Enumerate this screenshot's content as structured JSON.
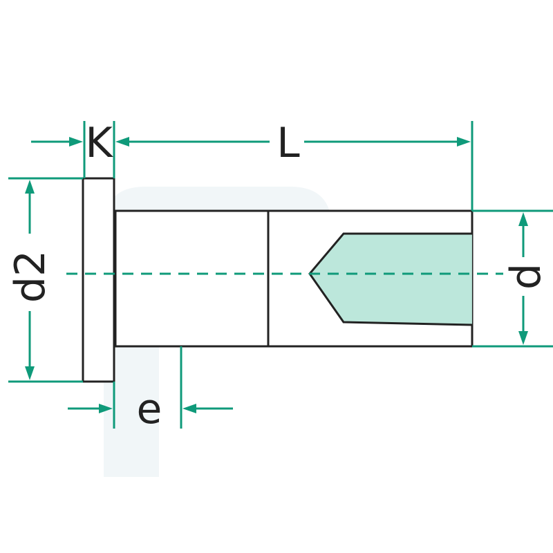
{
  "colors": {
    "accent": "#0f9a7a",
    "outline": "#222222",
    "bore_fill": "#b8e6d9",
    "watermark": "#eef4f6"
  },
  "labels": {
    "K": "K",
    "L": "L",
    "d2": "d2",
    "d": "d",
    "e": "e"
  }
}
